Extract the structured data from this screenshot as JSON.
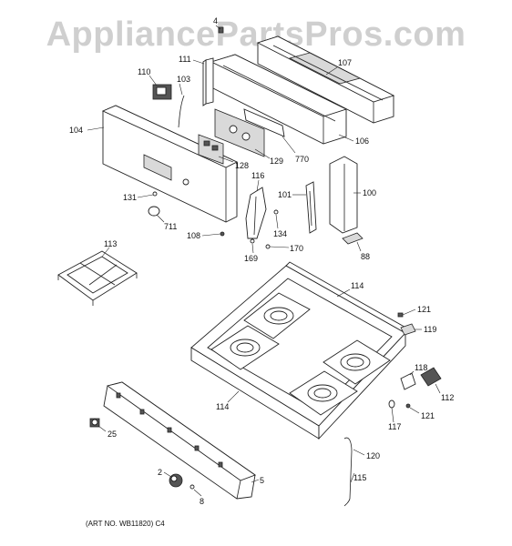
{
  "watermark": "AppliancePartsPros.com",
  "art_number": "(ART NO. WB11820) C4",
  "callouts": {
    "c4": "4",
    "c107": "107",
    "c111": "111",
    "c110": "110",
    "c103": "103",
    "c104": "104",
    "c106": "106",
    "c770": "770",
    "c129": "129",
    "c128": "128",
    "c116": "116",
    "c101": "101",
    "c100": "100",
    "c131": "131",
    "c711": "711",
    "c108": "108",
    "c134": "134",
    "c169": "169",
    "c170": "170",
    "c88": "88",
    "c113": "113",
    "c114a": "114",
    "c121a": "121",
    "c119": "119",
    "c118": "118",
    "c112": "112",
    "c121b": "121",
    "c117": "117",
    "c114b": "114",
    "c25": "25",
    "c120": "120",
    "c115": "115",
    "c2": "2",
    "c5": "5",
    "c8": "8"
  }
}
